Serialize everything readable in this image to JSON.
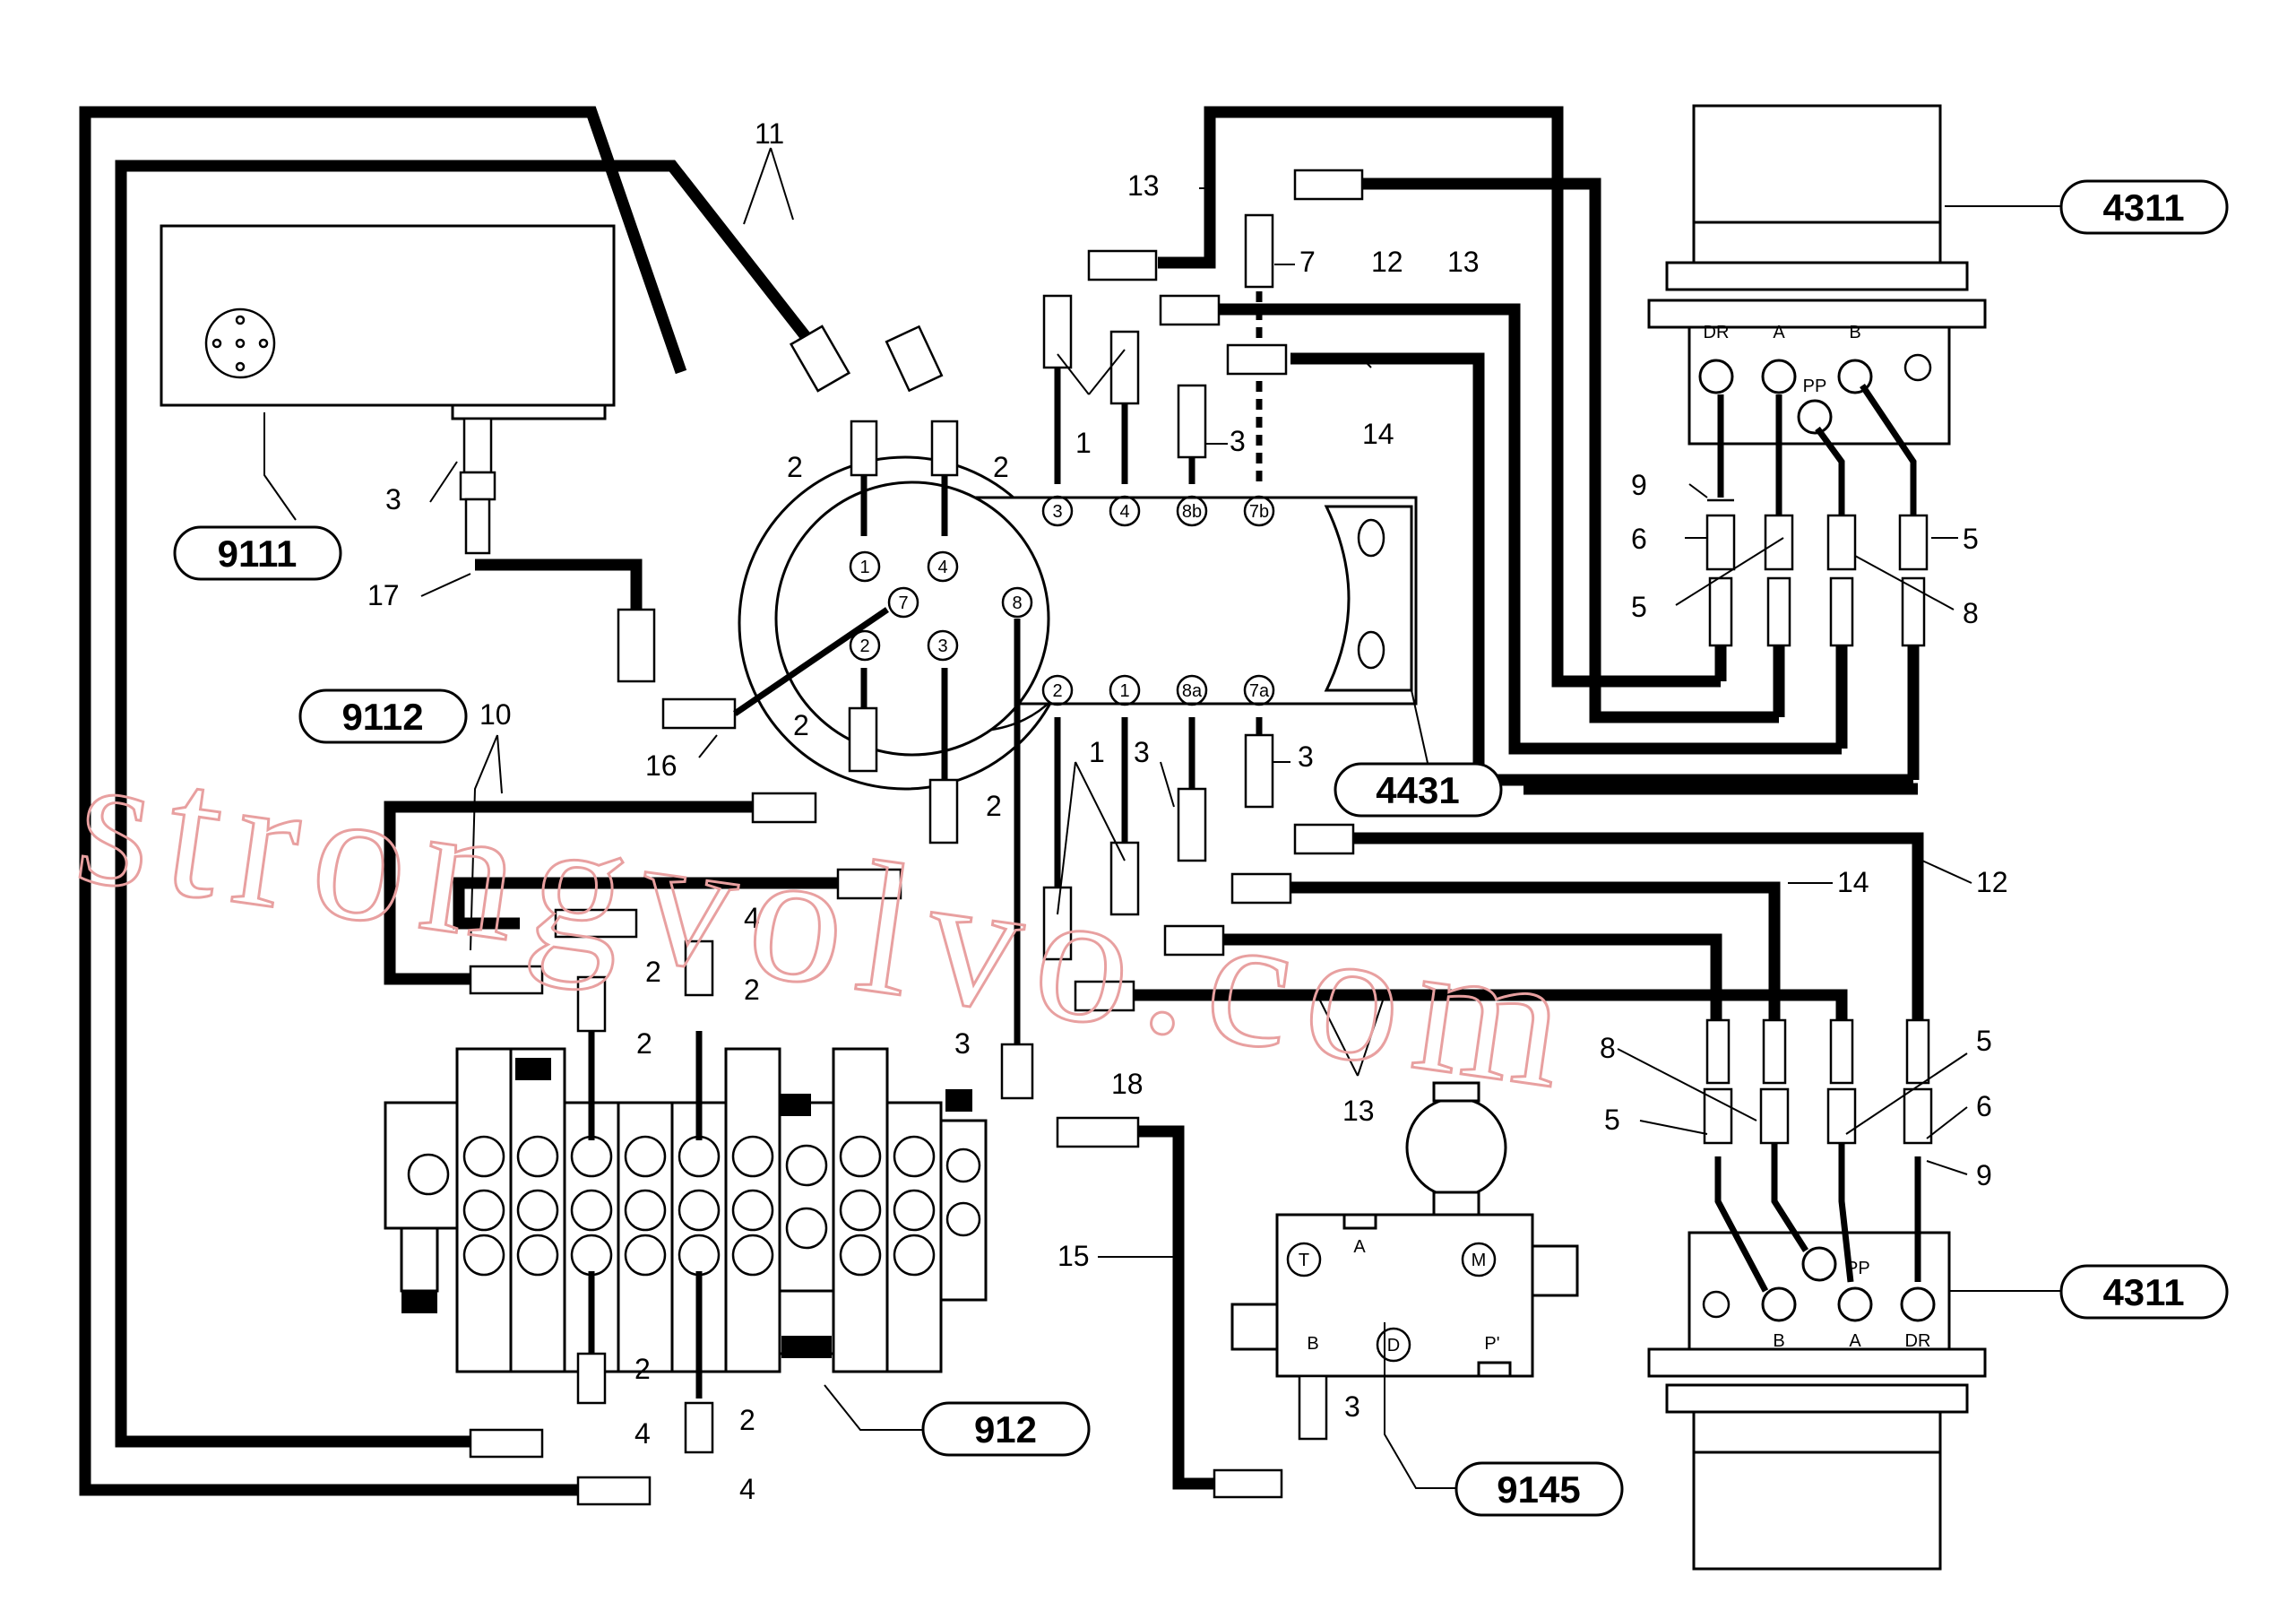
{
  "components": {
    "pump_9111": "9111",
    "control_valve_912": "912",
    "hose_set_9112": "9112",
    "swivel_4431": "4431",
    "travel_motor_top": "4311",
    "travel_motor_bottom": "4311",
    "brake_valve_9145": "9145"
  },
  "swivel_ports": {
    "top": [
      "3",
      "4",
      "8b",
      "7b"
    ],
    "bottom": [
      "2",
      "1",
      "8a",
      "7a"
    ],
    "left": [
      "1",
      "4",
      "7",
      "2",
      "3",
      "8"
    ]
  },
  "motor_ports": {
    "top": [
      "DR",
      "A",
      "B",
      "PP"
    ],
    "bottom": [
      "PP",
      "B",
      "A",
      "DR"
    ]
  },
  "valve_ports": [
    "T",
    "A",
    "M",
    "B",
    "D",
    "P'"
  ],
  "callouts": {
    "c11": "11",
    "c13a": "13",
    "c7": "7",
    "c12a": "12",
    "c13b": "13",
    "c2a": "2",
    "c2b": "2",
    "c1a": "1",
    "c3a": "3",
    "c14a": "14",
    "c3b": "3",
    "c17": "17",
    "c16": "16",
    "c2c": "2",
    "c10": "10",
    "c2d": "2",
    "c4a": "4",
    "c2e": "2",
    "c2f": "2",
    "c3c": "3",
    "c18": "18",
    "c2g": "2",
    "c4b": "4",
    "c2h": "2",
    "c4c": "4",
    "c1b": "1",
    "c3d": "3",
    "c3e": "3",
    "c14b": "14",
    "c12b": "12",
    "c13c": "13",
    "c15": "15",
    "c3f": "3",
    "c9a": "9",
    "c6a": "6",
    "c5a": "5",
    "c5b": "5",
    "c8a": "8",
    "c8b": "8",
    "c5c": "5",
    "c5d": "5",
    "c6b": "6",
    "c9b": "9",
    "c2i": "2"
  },
  "watermark": "strongvolvo.com"
}
